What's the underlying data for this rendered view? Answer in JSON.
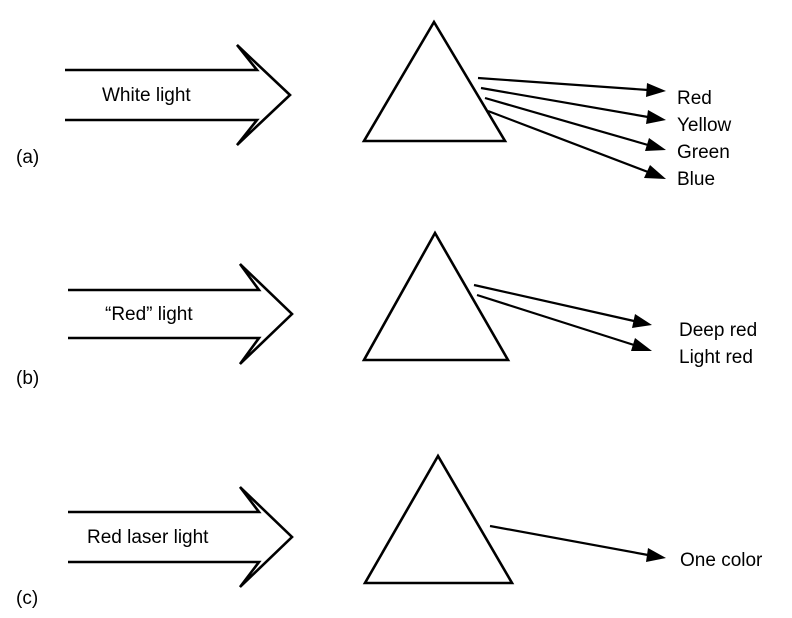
{
  "panels": [
    {
      "id": "a",
      "panel_label": "(a)",
      "input_label": "White light",
      "outputs": [
        "Red",
        "Yellow",
        "Green",
        "Blue"
      ]
    },
    {
      "id": "b",
      "panel_label": "(b)",
      "input_label": "“Red” light",
      "outputs": [
        "Deep red",
        "Light red"
      ]
    },
    {
      "id": "c",
      "panel_label": "(c)",
      "input_label": "Red laser light",
      "outputs": [
        "One color"
      ]
    }
  ]
}
